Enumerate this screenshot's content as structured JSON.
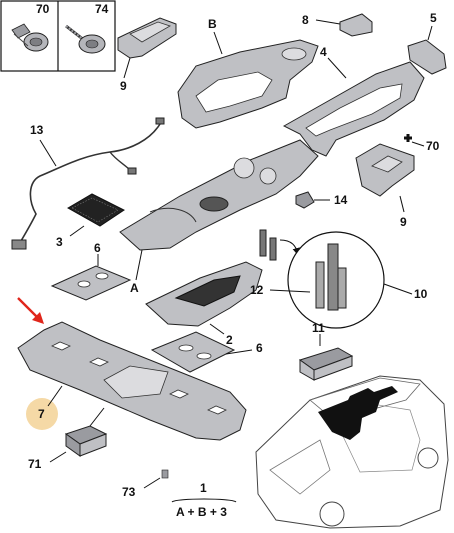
{
  "inset": {
    "left_number": "70",
    "right_number": "74"
  },
  "callouts": {
    "part_B": "B",
    "part_8": "8",
    "part_5": "5",
    "part_9_top": "9",
    "part_4": "4",
    "part_70": "70",
    "part_13": "13",
    "part_9_right": "9",
    "part_14": "14",
    "part_3": "3",
    "part_6_top": "6",
    "part_A": "A",
    "part_12": "12",
    "part_10": "10",
    "part_2": "2",
    "part_11": "11",
    "part_6_mid": "6",
    "part_7": "7",
    "part_71": "71",
    "part_73": "73",
    "part_1": "1"
  },
  "assembly_formula": "A + B + 3",
  "colors": {
    "arrow_red": "#e0261b",
    "badge_7": "#f5d9a6",
    "part_fill": "#bfc0c4",
    "highlight_black": "#111111"
  },
  "icons": [
    "screw-icon",
    "clip-icon",
    "red-pointer-arrow-icon",
    "plus-marker-icon"
  ]
}
